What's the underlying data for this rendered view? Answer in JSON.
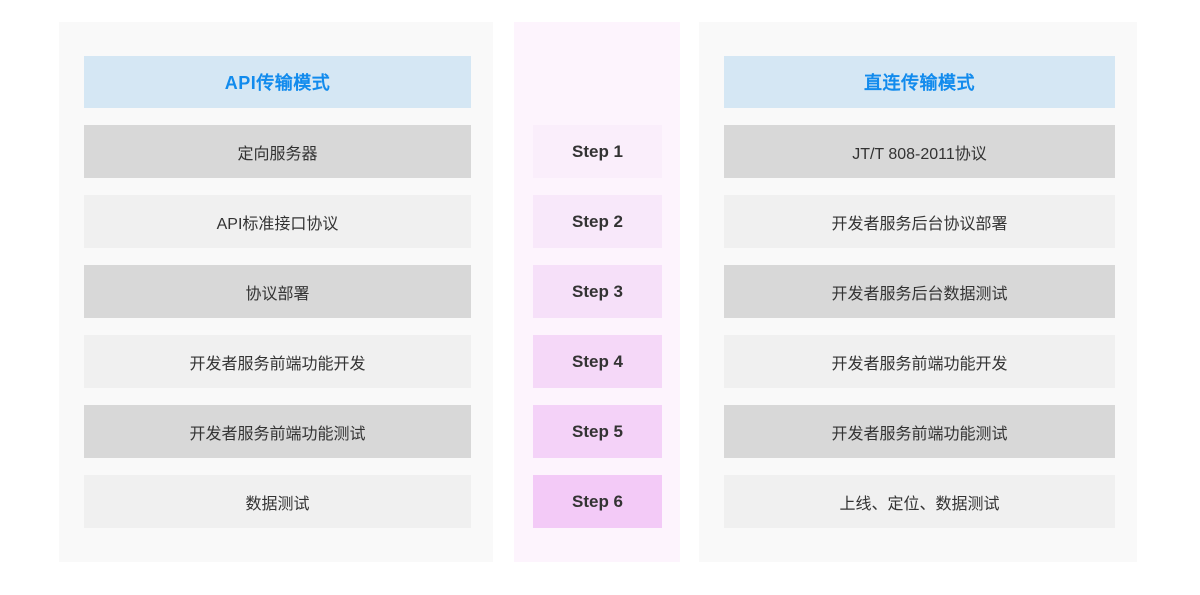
{
  "page": {
    "background": "#ffffff",
    "panel_background": "#f9f9f9",
    "middle_panel_background": "#fdf4fd",
    "header_background": "#d5e7f4",
    "header_text_color": "#128bed",
    "row_dark_color": "#d8d8d8",
    "row_light_color": "#f0f0f0",
    "body_text_color": "#333333"
  },
  "left_column": {
    "header": "API传输模式",
    "rows": [
      {
        "label": "定向服务器",
        "tone": "dark"
      },
      {
        "label": "API标准接口协议",
        "tone": "light"
      },
      {
        "label": "协议部署",
        "tone": "dark"
      },
      {
        "label": "开发者服务前端功能开发",
        "tone": "light"
      },
      {
        "label": "开发者服务前端功能测试",
        "tone": "dark"
      },
      {
        "label": "数据测试",
        "tone": "light"
      }
    ]
  },
  "middle_column": {
    "steps": [
      {
        "label": "Step 1",
        "color": "#faeefb"
      },
      {
        "label": "Step 2",
        "color": "#f8e8fa"
      },
      {
        "label": "Step 3",
        "color": "#f6e0f9"
      },
      {
        "label": "Step 4",
        "color": "#f5d8f8"
      },
      {
        "label": "Step 5",
        "color": "#f4d2f8"
      },
      {
        "label": "Step 6",
        "color": "#f3caf7"
      }
    ]
  },
  "right_column": {
    "header": "直连传输模式",
    "rows": [
      {
        "label": "JT/T 808-2011协议",
        "tone": "dark"
      },
      {
        "label": "开发者服务后台协议部署",
        "tone": "light"
      },
      {
        "label": "开发者服务后台数据测试",
        "tone": "dark"
      },
      {
        "label": "开发者服务前端功能开发",
        "tone": "light"
      },
      {
        "label": "开发者服务前端功能测试",
        "tone": "dark"
      },
      {
        "label": "上线、定位、数据测试",
        "tone": "light"
      }
    ]
  }
}
